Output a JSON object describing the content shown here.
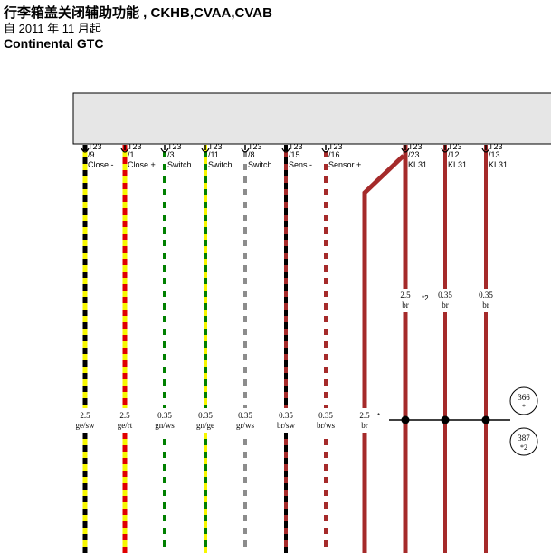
{
  "header": {
    "title": "行李箱盖关闭辅助功能 , CKHB,CVAA,CVAB",
    "subtitle": "自 2011 年 11 月起",
    "model": "Continental GTC"
  },
  "colors": {
    "black": "#000000",
    "yellow": "#f7f700",
    "red": "#e00000",
    "green": "#008000",
    "white": "#ffffff",
    "grey": "#8c8c8c",
    "brown": "#a52a2a",
    "component_fill": "#e6e6e6"
  },
  "component": {},
  "pins": [
    {
      "connector": "T23",
      "pin": "/9",
      "name": "Close -",
      "size_top": "2.5",
      "color_top": "ge/sw",
      "stripe": [
        "yellow",
        "black"
      ]
    },
    {
      "connector": "T23",
      "pin": "/1",
      "name": "Close +",
      "size_top": "2.5",
      "color_top": "ge/rt",
      "stripe": [
        "yellow",
        "red"
      ]
    },
    {
      "connector": "T23",
      "pin": "/3",
      "name": "Switch",
      "size_top": "0.35",
      "color_top": "gn/ws",
      "stripe": [
        "green",
        "white"
      ]
    },
    {
      "connector": "T23",
      "pin": "/11",
      "name": "Switch",
      "size_top": "0.35",
      "color_top": "gn/ge",
      "stripe": [
        "green",
        "yellow"
      ]
    },
    {
      "connector": "T23",
      "pin": "/8",
      "name": "Switch",
      "size_top": "0.35",
      "color_top": "gr/ws",
      "stripe": [
        "grey",
        "white"
      ]
    },
    {
      "connector": "T23",
      "pin": "/15",
      "name": "Sens -",
      "size_top": "0.35",
      "color_top": "br/sw",
      "stripe": [
        "brown",
        "black"
      ]
    },
    {
      "connector": "T23",
      "pin": "/16",
      "name": "Sensor +",
      "size_top": "0.35",
      "color_top": "br/ws",
      "stripe": [
        "brown",
        "white"
      ]
    },
    {
      "connector": "T23",
      "pin": "/23",
      "name": "KL31",
      "size_mid": "2.5",
      "color_mid": "br",
      "note": "*2",
      "stripe": [
        "brown",
        "brown"
      ]
    },
    {
      "connector": "T23",
      "pin": "/12",
      "name": "KL31",
      "size_mid": "0.35",
      "color_mid": "br",
      "stripe": [
        "brown",
        "brown"
      ]
    },
    {
      "connector": "T23",
      "pin": "/13",
      "name": "KL31",
      "size_mid": "0.35",
      "color_mid": "br",
      "stripe": [
        "brown",
        "brown"
      ]
    }
  ],
  "branch_wire": {
    "size": "2.5",
    "color": "br",
    "note": "*"
  },
  "references": [
    {
      "number": "366",
      "note": "*"
    },
    {
      "number": "387",
      "note": "*2"
    }
  ]
}
